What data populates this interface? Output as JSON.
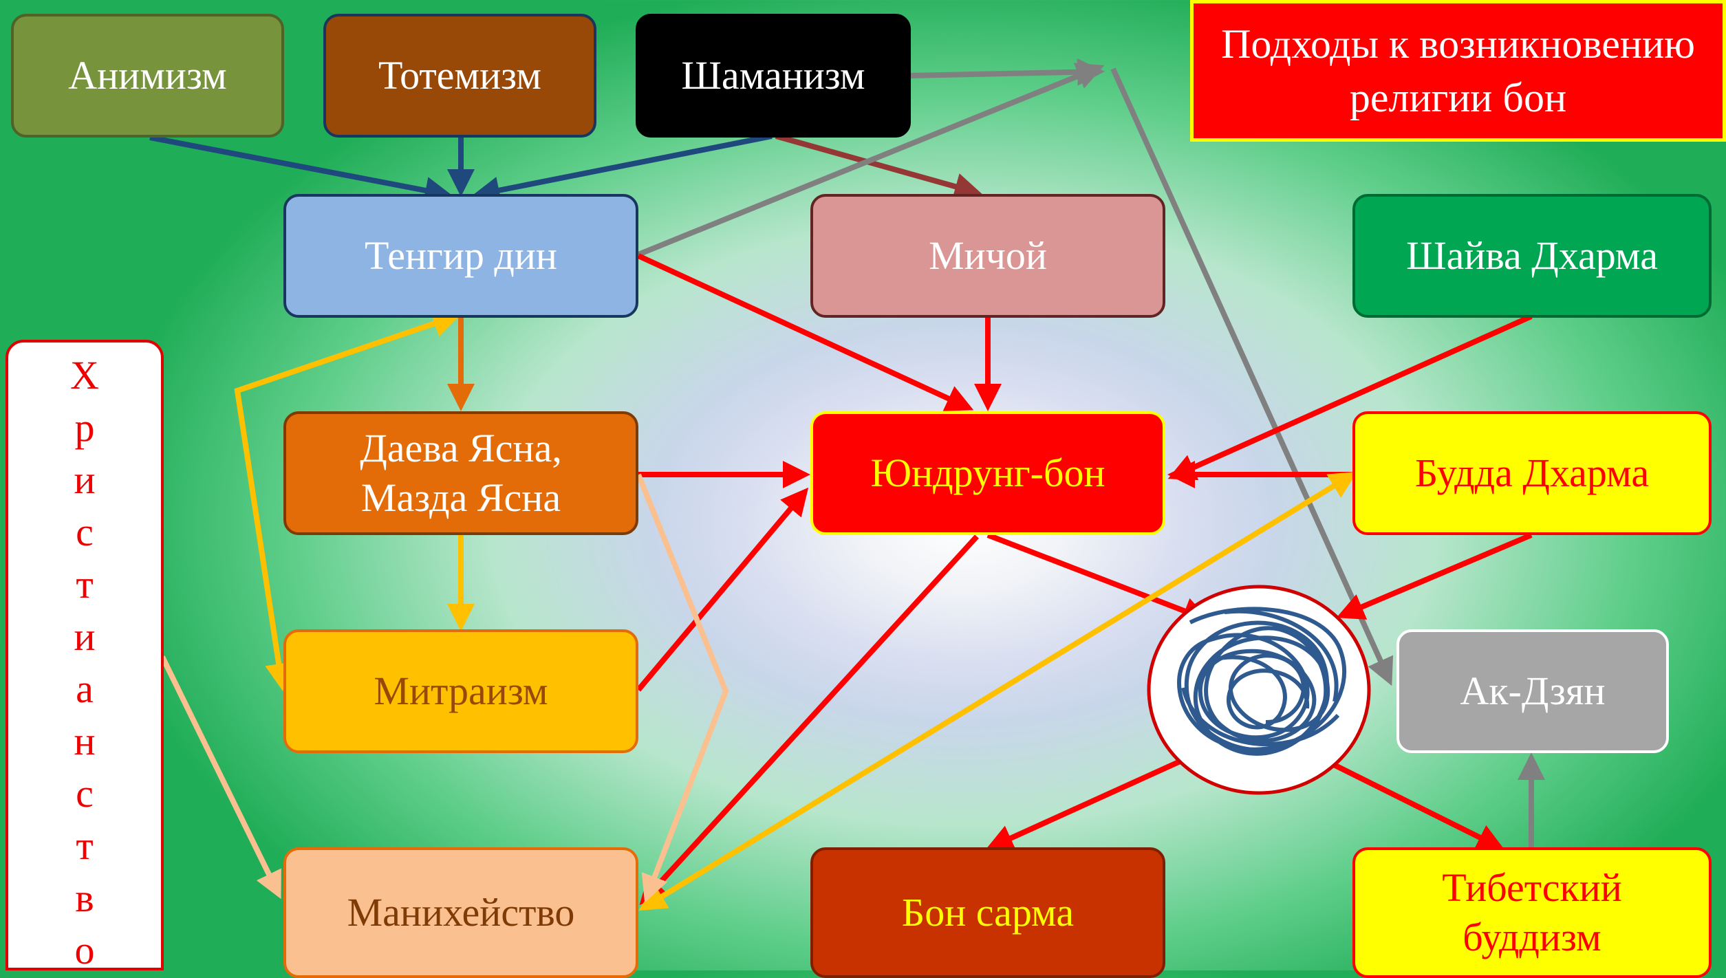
{
  "title": "Подходы к возникновению\nрелигии бон",
  "vertical_label": "Христианство",
  "nodes": {
    "animism": "Анимизм",
    "totemism": "Тотемизм",
    "shamanism": "Шаманизм",
    "tengir": "Тенгир дин",
    "michoy": "Мичой",
    "shaiva": "Шайва Дхарма",
    "daeva": "Даева Ясна,\nМазда Ясна",
    "yungdrung": "Юндрунг-бон",
    "buddha": "Будда Дхарма",
    "mithraism": "Митраизм",
    "akdzyan": "Ак-Дзян",
    "manichaeism": "Манихейство",
    "bon_sarma": "Бон сарма",
    "tibetan_buddhism": "Тибетский\nбуддизм"
  },
  "colors": {
    "animism": "#77933c",
    "totemism": "#984807",
    "shamanism": "#000000",
    "tengir": "#8eb4e3",
    "michoy": "#d99694",
    "shaiva": "#00a651",
    "daeva": "#e36c09",
    "yungdrung": "#ff0000",
    "buddha": "#ffff00",
    "mithraism": "#ffc000",
    "akdzyan": "#a6a6a6",
    "manichaeism": "#fac090",
    "bon_sarma": "#c83200",
    "tibetan_buddhism": "#ffff00",
    "arrow_red": "#ff0000",
    "arrow_navy": "#1f497d",
    "arrow_gray": "#808080",
    "arrow_brown": "#953735",
    "arrow_orange": "#e36c09",
    "arrow_gold": "#ffc000",
    "arrow_peach": "#fac090"
  },
  "tangle_icon": "scribble-tangle-icon"
}
